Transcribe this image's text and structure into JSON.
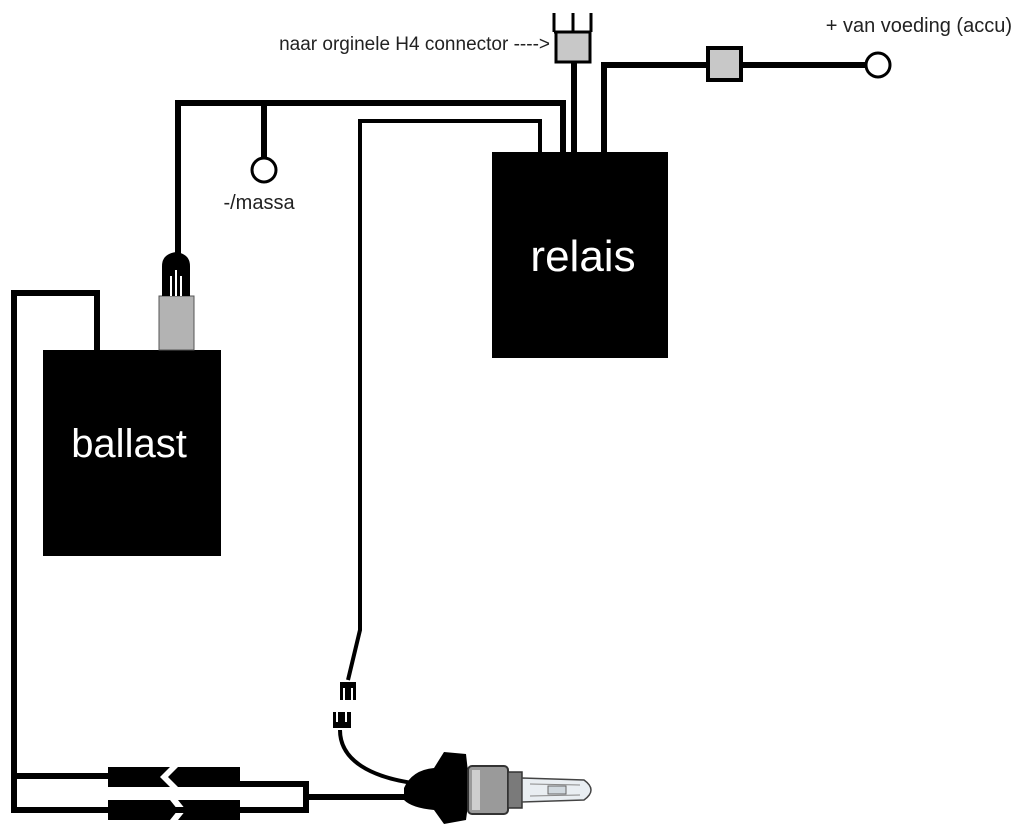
{
  "labels": {
    "ballast": "ballast",
    "relais": "relais",
    "massa": "-/massa",
    "h4_connector": "naar orginele H4 connector ---->",
    "voeding": "+ van voeding (accu)"
  },
  "colors": {
    "block_fill": "#000000",
    "block_text": "#ffffff",
    "connector_gray": "#b3b3b3",
    "wire": "#000000",
    "background": "#ffffff"
  },
  "icons": {
    "ground_terminal": "ring-terminal-icon",
    "battery_terminal": "ring-terminal-icon",
    "fuse": "inline-fuse-icon",
    "h4_plug": "h4-plug-icon",
    "ballast_connector": "plug-connector-icon",
    "bulb": "xenon-bulb-icon"
  }
}
